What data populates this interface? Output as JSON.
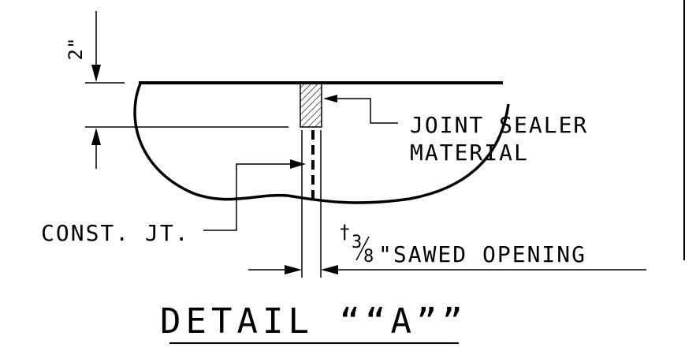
{
  "labels": {
    "dimension": "2\"",
    "sealer_line1": "JOINT SEALER",
    "sealer_line2": "MATERIAL",
    "construction_joint": "CONST. JT.",
    "sawed_prefix": "†",
    "sawed_fraction_num": "3",
    "sawed_fraction_den": "8",
    "sawed_text": "\"SAWED OPENING",
    "title": "DETAIL ““A””"
  },
  "colors": {
    "ink": "#000000",
    "paper": "#ffffff"
  }
}
